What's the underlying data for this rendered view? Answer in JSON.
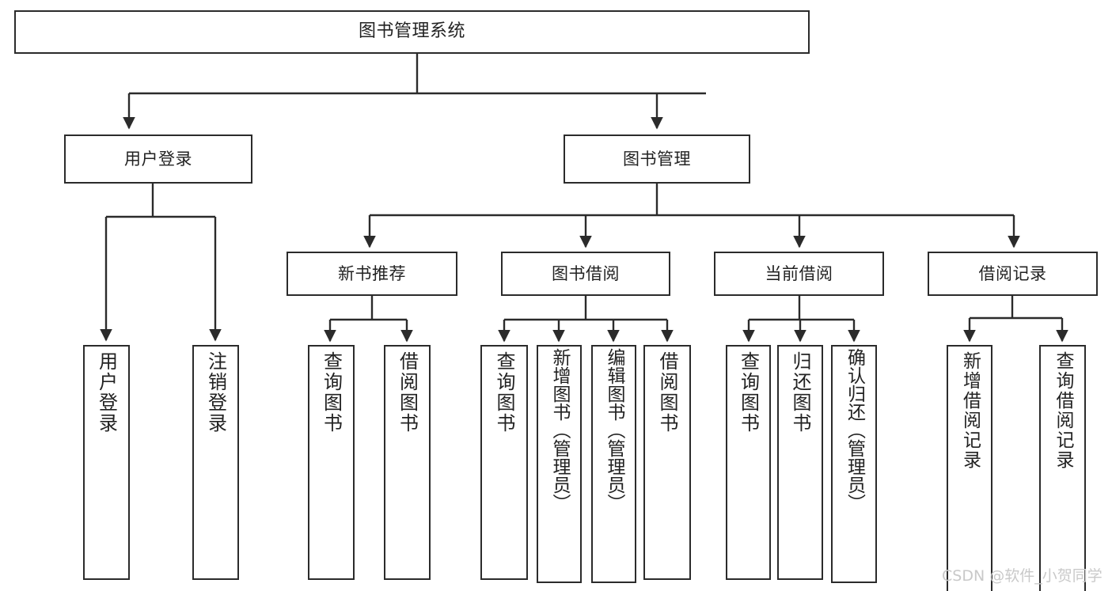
{
  "diagram": {
    "type": "tree-hierarchy",
    "title": "图书管理系统",
    "root": {
      "label": "图书管理系统"
    },
    "level2": [
      {
        "label": "用户登录"
      },
      {
        "label": "图书管理"
      }
    ],
    "level3": [
      {
        "label": "新书推荐"
      },
      {
        "label": "图书借阅"
      },
      {
        "label": "当前借阅"
      },
      {
        "label": "借阅记录"
      }
    ],
    "leaves": {
      "user_login": [
        {
          "label": "用户登录"
        },
        {
          "label": "注销登录"
        }
      ],
      "new_book_recommend": [
        {
          "label": "查询图书"
        },
        {
          "label": "借阅图书"
        }
      ],
      "book_borrow": [
        {
          "label": "查询图书"
        },
        {
          "label": "新增图书（管理员）"
        },
        {
          "label": "编辑图书（管理员）"
        },
        {
          "label": "借阅图书"
        }
      ],
      "current_borrow": [
        {
          "label": "查询图书"
        },
        {
          "label": "归还图书"
        },
        {
          "label": "确认归还（管理员）"
        }
      ],
      "borrow_record": [
        {
          "label": "新增借阅记录"
        },
        {
          "label": "查询借阅记录"
        }
      ]
    }
  },
  "watermark": {
    "text": "CSDN @软件_小贺同学"
  },
  "colors": {
    "stroke": "#2b2b2b",
    "box_fill": "#ffffff",
    "text": "#222222",
    "watermark": "#c9c9c9",
    "background": "#ffffff"
  }
}
